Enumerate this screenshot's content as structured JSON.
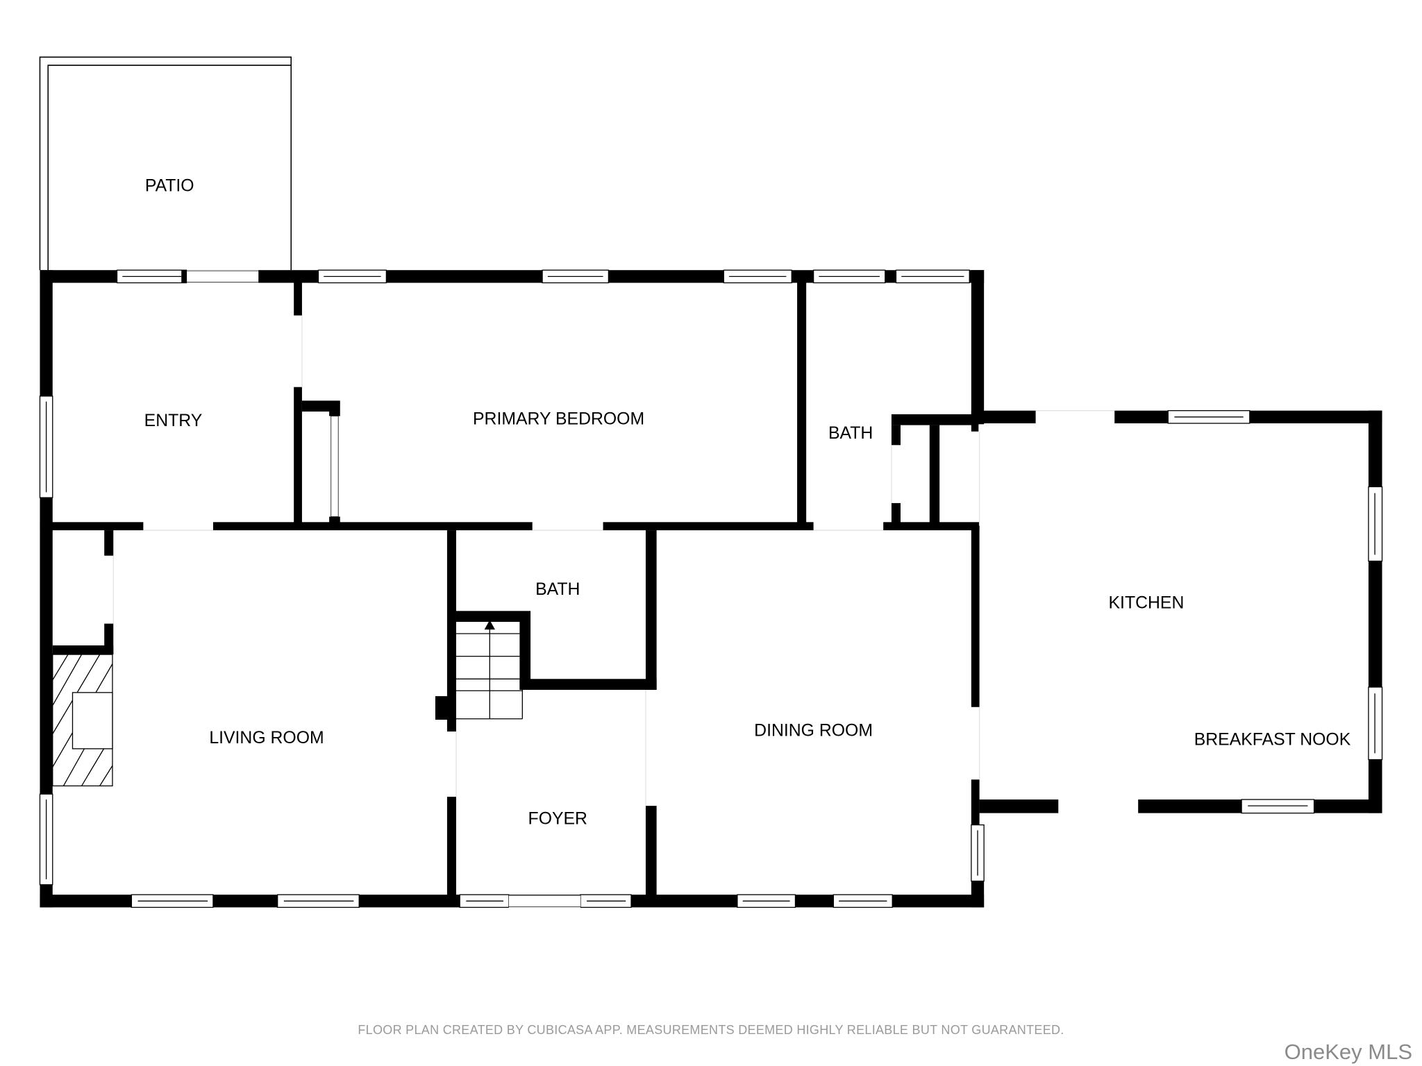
{
  "floorplan": {
    "rooms": {
      "patio": "PATIO",
      "entry": "ENTRY",
      "primary_bedroom": "PRIMARY BEDROOM",
      "bath_upper": "BATH",
      "bath_center": "BATH",
      "kitchen": "KITCHEN",
      "breakfast_nook": "BREAKFAST NOOK",
      "living_room": "LIVING ROOM",
      "dining_room": "DINING ROOM",
      "foyer": "FOYER"
    },
    "colors": {
      "wall": "#000000",
      "background": "#ffffff",
      "footer_text": "#9a9a9a",
      "brand_text": "#8a8a8a"
    }
  },
  "footer": {
    "disclaimer": "FLOOR PLAN CREATED BY CUBICASA APP. MEASUREMENTS DEEMED HIGHLY RELIABLE BUT NOT GUARANTEED.",
    "brand": "OneKey MLS"
  }
}
